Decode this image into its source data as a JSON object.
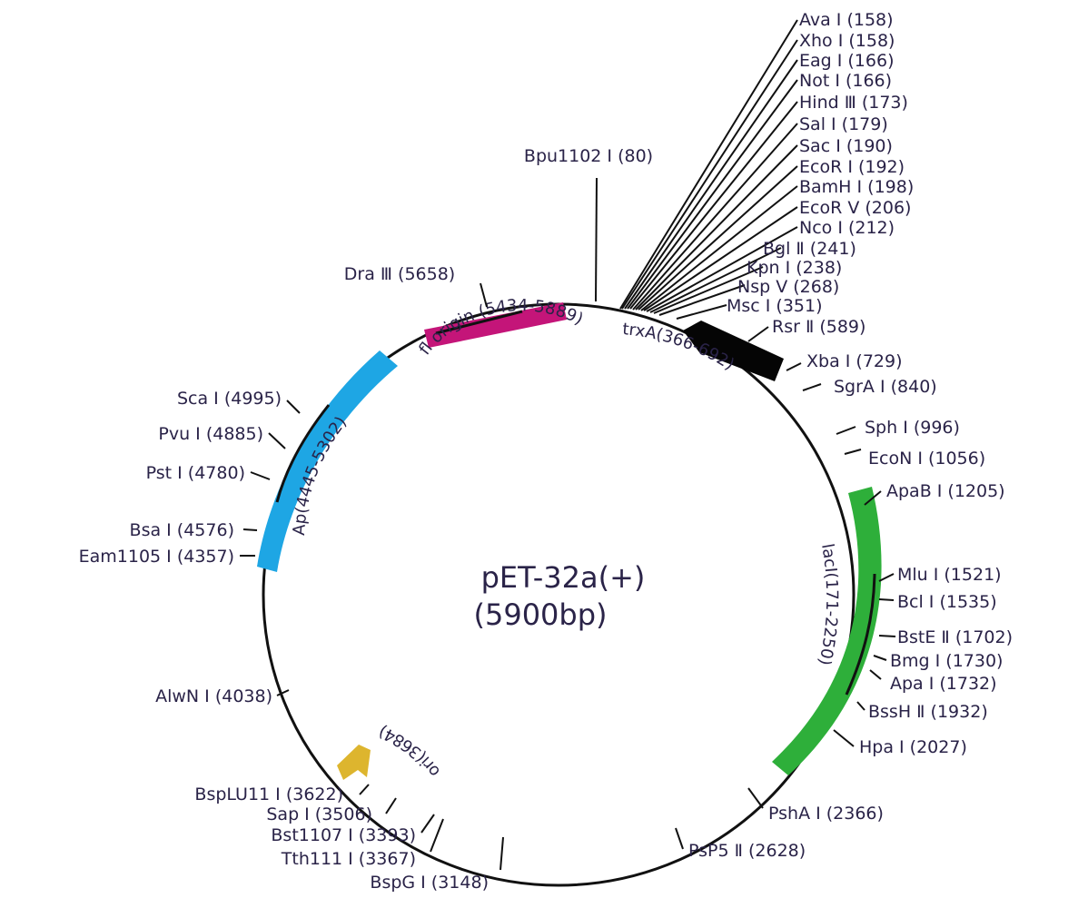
{
  "plasmid": {
    "name": "pET-32a(+)",
    "size": "(5900bp)"
  },
  "colors": {
    "f1_origin": "#c41579",
    "trxA": "#050505",
    "Ap": "#1ea6e4",
    "lacI": "#2eaf3a",
    "ori": "#ddb52e",
    "text": "#2a2348",
    "backbone": "#111111"
  },
  "features": [
    {
      "key": "f1",
      "label": "fl origin (5434-5889)"
    },
    {
      "key": "trx",
      "label": "trxA(366-692)"
    },
    {
      "key": "ap",
      "label": "Ap(4445-5302)"
    },
    {
      "key": "lac",
      "label": "lacI(171-2250)"
    },
    {
      "key": "ori",
      "label": "ori(3684)"
    }
  ],
  "sites": [
    {
      "label": "Ava Ⅰ (158)"
    },
    {
      "label": "Xho Ⅰ (158)"
    },
    {
      "label": "Eag Ⅰ (166)"
    },
    {
      "label": "Not Ⅰ (166)"
    },
    {
      "label": "Hind Ⅲ (173)"
    },
    {
      "label": "Sal Ⅰ (179)"
    },
    {
      "label": "Sac Ⅰ (190)"
    },
    {
      "label": "EcoR Ⅰ (192)"
    },
    {
      "label": "BamH Ⅰ (198)"
    },
    {
      "label": "EcoR Ⅴ (206)"
    },
    {
      "label": "Nco Ⅰ (212)"
    },
    {
      "label": "Bgl Ⅱ (241)"
    },
    {
      "label": "Kpn Ⅰ (238)"
    },
    {
      "label": "Nsp Ⅴ (268)"
    },
    {
      "label": "Msc Ⅰ (351)"
    },
    {
      "label": "Rsr Ⅱ (589)"
    },
    {
      "label": "Xba Ⅰ (729)"
    },
    {
      "label": "SgrA Ⅰ (840)"
    },
    {
      "label": "Sph Ⅰ (996)"
    },
    {
      "label": "EcoN Ⅰ (1056)"
    },
    {
      "label": "ApaB Ⅰ (1205)"
    },
    {
      "label": "Mlu Ⅰ (1521)"
    },
    {
      "label": "Bcl Ⅰ (1535)"
    },
    {
      "label": "BstE Ⅱ (1702)"
    },
    {
      "label": "Bmg Ⅰ (1730)"
    },
    {
      "label": "Apa Ⅰ (1732)"
    },
    {
      "label": "BssH Ⅱ (1932)"
    },
    {
      "label": "Hpa Ⅰ (2027)"
    },
    {
      "label": "PshA Ⅰ (2366)"
    },
    {
      "label": "PsP5 Ⅱ (2628)"
    },
    {
      "label": "BspG Ⅰ (3148)"
    },
    {
      "label": "Tth111 Ⅰ (3367)"
    },
    {
      "label": "Bst1107 Ⅰ (3393)"
    },
    {
      "label": "Sap Ⅰ (3506)"
    },
    {
      "label": "BspLU11 Ⅰ (3622)"
    },
    {
      "label": "AlwN Ⅰ (4038)"
    },
    {
      "label": "Eam1105 Ⅰ (4357)"
    },
    {
      "label": "Bsa Ⅰ (4576)"
    },
    {
      "label": "Pst Ⅰ (4780)"
    },
    {
      "label": "Pvu Ⅰ (4885)"
    },
    {
      "label": "Sca Ⅰ (4995)"
    },
    {
      "label": "Dra Ⅲ (5658)"
    },
    {
      "label": "Bpu1102 Ⅰ (80)"
    }
  ]
}
